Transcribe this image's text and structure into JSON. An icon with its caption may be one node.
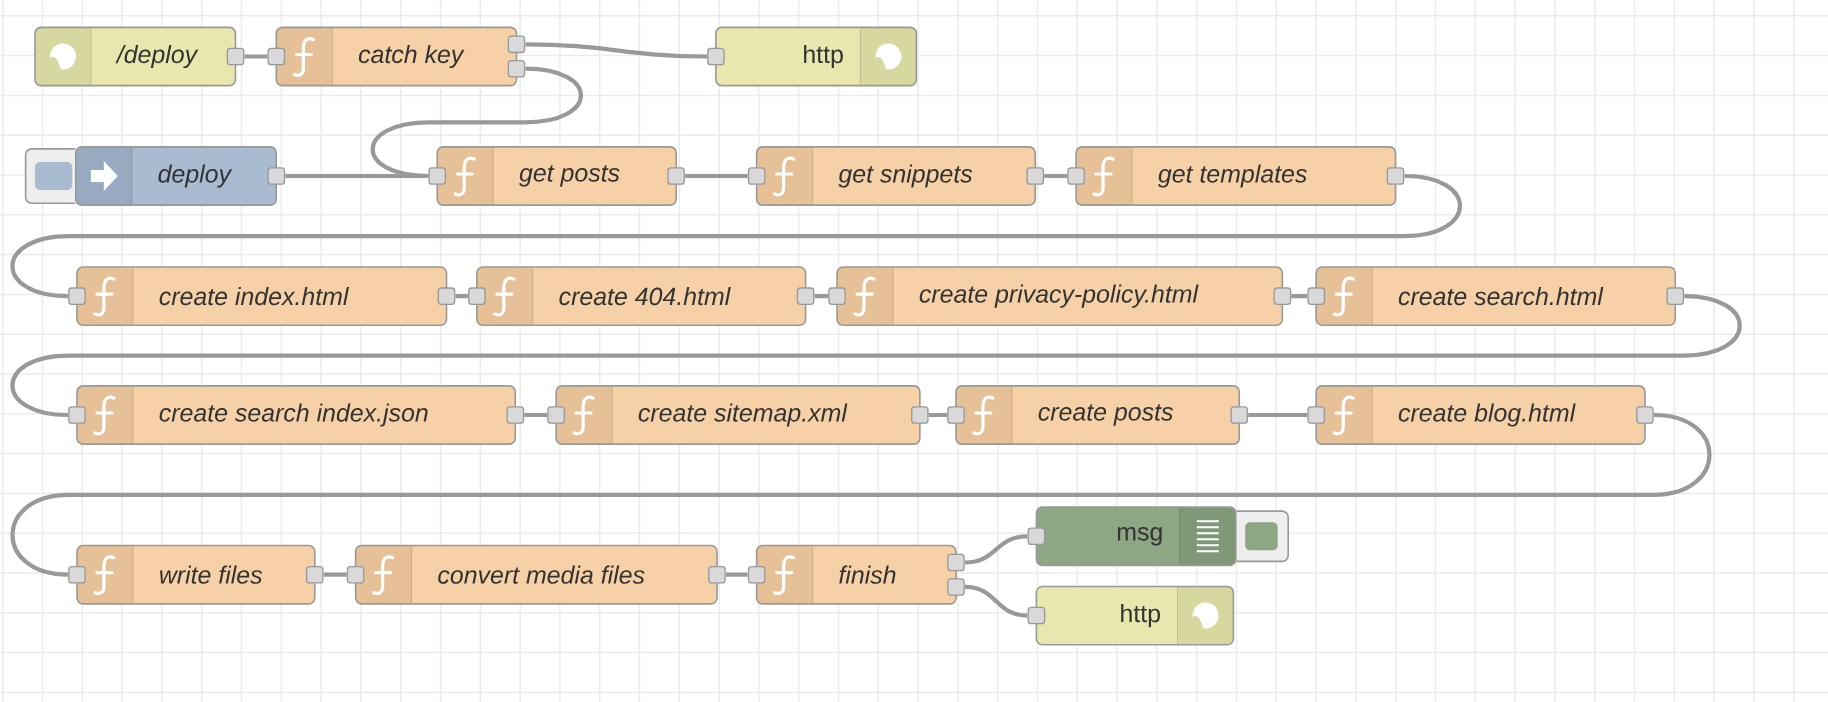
{
  "diagram": {
    "nodes": [
      {
        "text": [
          "/deploy"
        ]
      },
      {
        "text": [
          "catch key"
        ]
      },
      {
        "text": [
          "http"
        ]
      },
      {
        "text": [
          "deploy"
        ]
      },
      {
        "text": [
          "get posts"
        ]
      },
      {
        "text": [
          "get snippets"
        ]
      },
      {
        "text": [
          "get templates"
        ]
      },
      {
        "text": [
          "create index.html"
        ]
      },
      {
        "text": [
          "create 404.html"
        ]
      },
      {
        "text": [
          "create privacy-policy.html"
        ]
      },
      {
        "text": [
          "create search.html"
        ]
      },
      {
        "text": [
          "create search index.json"
        ]
      },
      {
        "text": [
          "create sitemap.xml"
        ]
      },
      {
        "text": [
          "create posts"
        ]
      },
      {
        "text": [
          "create blog.html"
        ]
      },
      {
        "text": [
          "write files"
        ]
      },
      {
        "text": [
          "convert media files"
        ]
      },
      {
        "text": [
          "finish"
        ]
      },
      {
        "text": [
          "msg"
        ]
      },
      {
        "text": [
          "http"
        ]
      }
    ],
    "edges": [
      {
        "from": 0,
        "to": 1,
        "arrow": "none"
      },
      {
        "from": 1,
        "to": 2,
        "arrow": "none"
      },
      {
        "from": 1,
        "to": 4,
        "arrow": "none"
      },
      {
        "from": 3,
        "to": 4,
        "arrow": "none"
      },
      {
        "from": 4,
        "to": 5,
        "arrow": "none"
      },
      {
        "from": 5,
        "to": 6,
        "arrow": "none"
      },
      {
        "from": 6,
        "to": 7,
        "arrow": "none"
      },
      {
        "from": 7,
        "to": 8,
        "arrow": "none"
      },
      {
        "from": 8,
        "to": 9,
        "arrow": "none"
      },
      {
        "from": 9,
        "to": 10,
        "arrow": "none"
      },
      {
        "from": 10,
        "to": 11,
        "arrow": "none"
      },
      {
        "from": 11,
        "to": 12,
        "arrow": "none"
      },
      {
        "from": 12,
        "to": 13,
        "arrow": "none"
      },
      {
        "from": 13,
        "to": 14,
        "arrow": "none"
      },
      {
        "from": 14,
        "to": 15,
        "arrow": "none"
      },
      {
        "from": 15,
        "to": 16,
        "arrow": "none"
      },
      {
        "from": 16,
        "to": 17,
        "arrow": "none"
      },
      {
        "from": 17,
        "to": 18,
        "arrow": "none"
      },
      {
        "from": 17,
        "to": 19,
        "arrow": "none"
      }
    ]
  }
}
